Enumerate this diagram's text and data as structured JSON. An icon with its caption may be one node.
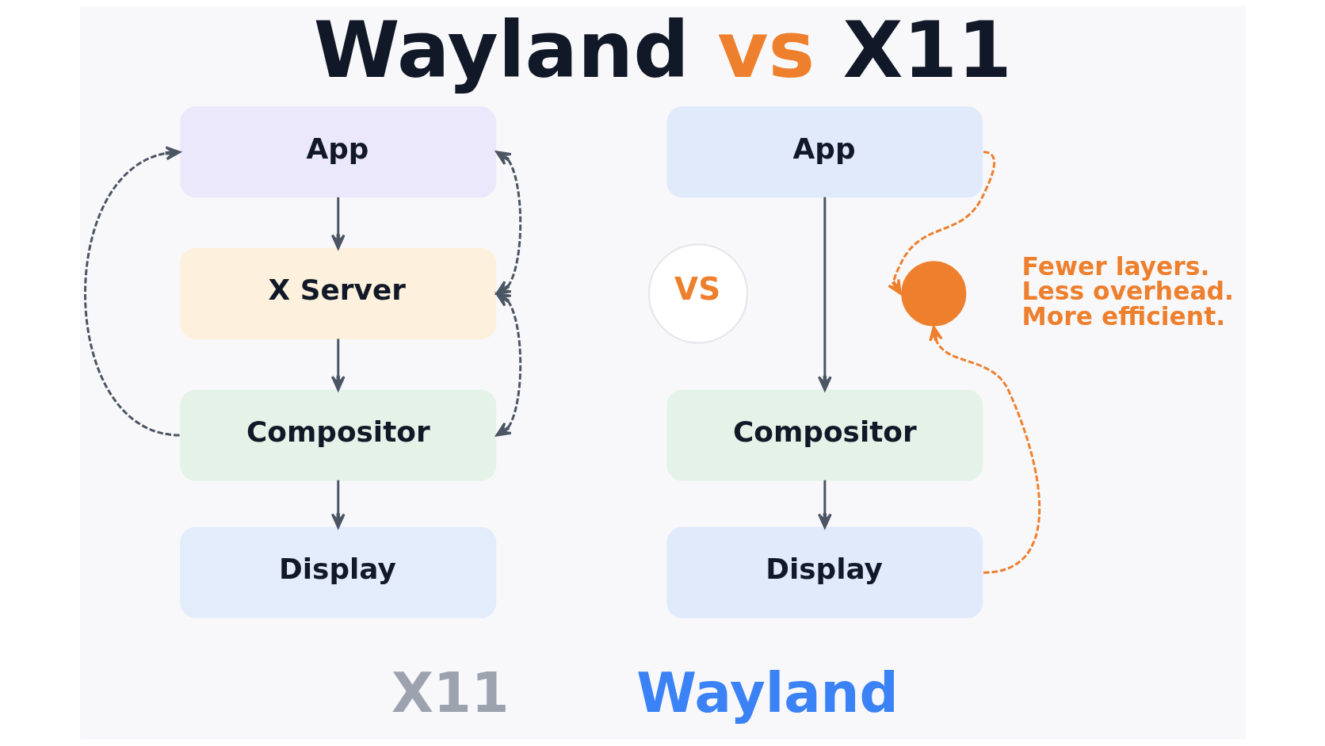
{
  "diagram": {
    "title": "Wayland vs X11",
    "nodes": [
      {
        "text": [
          "App"
        ]
      },
      {
        "text": [
          "X Server"
        ]
      },
      {
        "text": [
          "Compositor"
        ]
      },
      {
        "text": [
          "Display"
        ]
      },
      {
        "text": [
          "VS"
        ]
      },
      {
        "text": [
          "App"
        ]
      },
      {
        "text": [
          "Compositor"
        ]
      },
      {
        "text": [
          "Display"
        ]
      },
      {
        "text": [],
        "shape": "circle",
        "beside": [
          "Fewer layers. Less overhead. More efficient."
        ]
      }
    ],
    "edges": [
      {
        "from": 0,
        "to": 1,
        "arrow": "to"
      },
      {
        "from": 1,
        "to": 2,
        "arrow": "to"
      },
      {
        "from": 2,
        "to": 3,
        "arrow": "to"
      },
      {
        "from": 2,
        "to": 0,
        "arrow": "to",
        "style": "dashed"
      },
      {
        "from": 1,
        "to": 0,
        "arrow": "both",
        "style": "dashed"
      },
      {
        "from": 1,
        "to": 2,
        "arrow": "both",
        "style": "dashed"
      },
      {
        "from": 5,
        "to": 6,
        "arrow": "to"
      },
      {
        "from": 6,
        "to": 7,
        "arrow": "to"
      },
      {
        "from": 5,
        "to": 8,
        "arrow": "to",
        "style": "dashed",
        "color": "#ee7f2d"
      },
      {
        "from": 7,
        "to": 8,
        "arrow": "to",
        "style": "dashed",
        "color": "#ee7f2d"
      }
    ],
    "labels": [
      "X11",
      "Wayland"
    ]
  }
}
